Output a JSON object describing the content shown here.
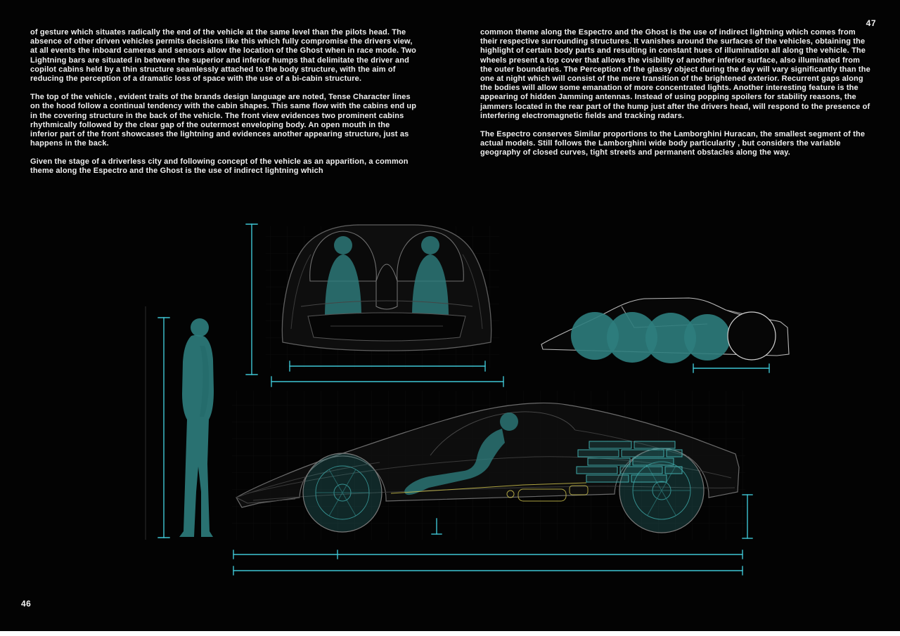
{
  "page": {
    "left_page_number": "46",
    "right_page_number": "47"
  },
  "left_column": {
    "paragraphs": [
      "of gesture which situates radically the end of the vehicle at the same level than the pilots head. The absence of other driven vehicles permits decisions like this which fully compromise the drivers view, at all events the inboard cameras and sensors allow the location of the Ghost when in race mode. Two Lightning bars are situated in between the superior and inferior humps that delimitate the driver and copilot cabins held by a thin structure seamlessly attached to the body structure, with the aim of reducing the perception of a dramatic loss of space with the use of a bi-cabin structure.",
      "The top of the vehicle , evident traits of the brands design language are noted, Tense Character lines on the hood follow a continual tendency with the cabin shapes. This same flow with the cabins end up in the covering structure in the back of the vehicle. The front view evidences two prominent cabins rhythmically followed by the clear gap of the outermost enveloping body. An open mouth in the inferior part of the front showcases the lightning and evidences another appearing structure, just as happens in the back.",
      "Given the stage of a driverless city and following concept of the vehicle as an apparition, a common theme along the Espectro and the Ghost is the use of indirect lightning which"
    ]
  },
  "right_column": {
    "paragraphs": [
      "common theme along the Espectro and the Ghost is the use of indirect lightning which comes from their respective surrounding structures. It vanishes around the surfaces of the vehicles, obtaining the highlight of certain body parts and resulting in constant hues of illumination all along the vehicle. The wheels present a top cover that allows the visibility of another inferior surface, also illuminated from the outer boundaries. The Perception of the glassy object during the day will vary significantly than the one at night which will consist of the mere transition of the brightened exterior. Recurrent gaps along the bodies will allow some emanation of more concentrated lights. Another interesting feature is the appearing of hidden Jamming antennas. Instead of using popping spoilers for stability reasons, the jammers located in the rear part of the hump just after the drivers head, will respond to the presence of interfering electromagnetic fields and tracking radars.",
      "The Espectro conserves Similar proportions to the Lamborghini Huracan, the smallest segment of the actual models. Still follows the Lamborghini wide body particularity , but considers the variable geography of closed curves, tight streets and permanent obstacles along the way."
    ]
  },
  "colors": {
    "background": "#030303",
    "text": "#efefef",
    "teal_figure": "#2e7d7d",
    "cyan_dimension": "#3ec6d4",
    "yellow_accent": "#c9bd4b"
  }
}
